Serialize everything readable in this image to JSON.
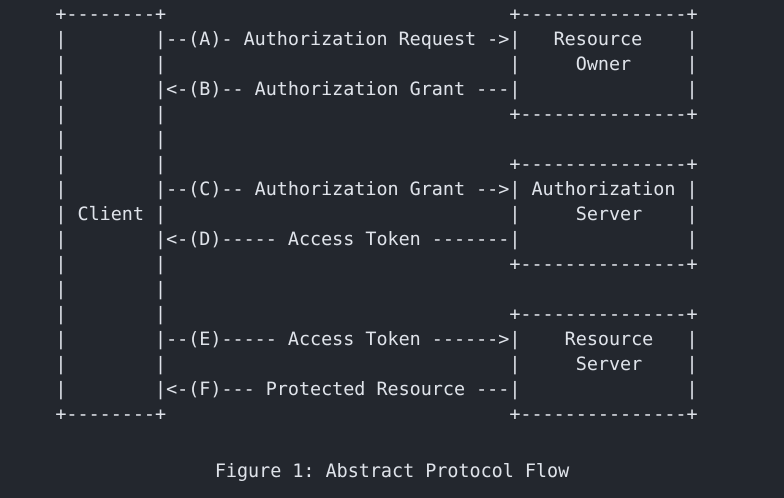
{
  "figure": {
    "caption": "Figure 1: Abstract Protocol Flow",
    "title": "Abstract Protocol Flow",
    "number": "Figure 1"
  },
  "theme": {
    "background": "#23272e",
    "foreground": "#dfe3ea"
  },
  "diagram": {
    "type": "ascii-art-sequence-diagram",
    "ascii": "     +--------+                               +---------------+\n     |        |--(A)- Authorization Request ->|   Resource    |\n     |        |                               |     Owner     |\n     |        |<-(B)-- Authorization Grant ---|               |\n     |        |                               +---------------+\n     |        |\n     |        |                               +---------------+\n     |        |--(C)-- Authorization Grant -->| Authorization |\n     | Client |                               |     Server    |\n     |        |<-(D)----- Access Token -------|               |\n     |        |                               +---------------+\n     |        |\n     |        |                               +---------------+\n     |        |--(E)----- Access Token ------>|    Resource   |\n     |        |                               |     Server    |\n     |        |<-(F)--- Protected Resource ---|               |\n     +--------+                               +---------------+",
    "nodes": [
      {
        "id": "client",
        "label": "Client",
        "label_lines": [
          "Client"
        ]
      },
      {
        "id": "resource-owner",
        "label": "Resource Owner",
        "label_lines": [
          "Resource",
          "Owner"
        ]
      },
      {
        "id": "authorization-server",
        "label": "Authorization Server",
        "label_lines": [
          "Authorization",
          "Server"
        ]
      },
      {
        "id": "resource-server",
        "label": "Resource Server",
        "label_lines": [
          "Resource",
          "Server"
        ]
      }
    ],
    "steps": [
      {
        "key": "A",
        "label": "Authorization Request",
        "from": "client",
        "to": "resource-owner",
        "direction": "right"
      },
      {
        "key": "B",
        "label": "Authorization Grant",
        "from": "resource-owner",
        "to": "client",
        "direction": "left"
      },
      {
        "key": "C",
        "label": "Authorization Grant",
        "from": "client",
        "to": "authorization-server",
        "direction": "right"
      },
      {
        "key": "D",
        "label": "Access Token",
        "from": "authorization-server",
        "to": "client",
        "direction": "left"
      },
      {
        "key": "E",
        "label": "Access Token",
        "from": "client",
        "to": "resource-server",
        "direction": "right"
      },
      {
        "key": "F",
        "label": "Protected Resource",
        "from": "resource-server",
        "to": "client",
        "direction": "left"
      }
    ]
  }
}
